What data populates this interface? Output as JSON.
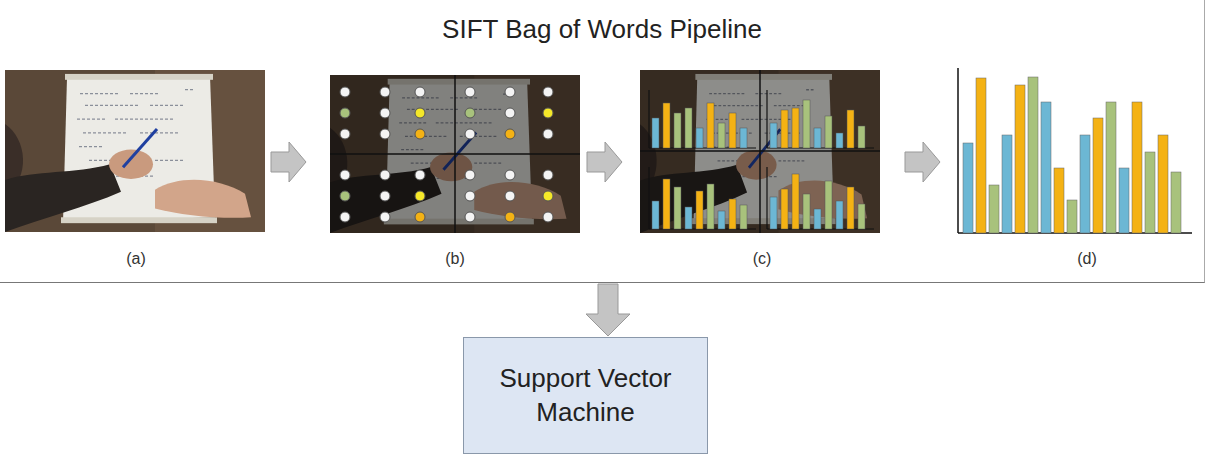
{
  "diagram": {
    "nodes": [
      {
        "text": [
          "SIFT Bag of Words Pipeline"
        ]
      },
      {
        "text": [
          "Support Vector Machine"
        ]
      }
    ],
    "edges": [
      {
        "from": 0,
        "to": 1,
        "arrow": "to"
      }
    ],
    "labels": [
      "(a)",
      "(b)",
      "(c)",
      "(d)"
    ]
  }
}
